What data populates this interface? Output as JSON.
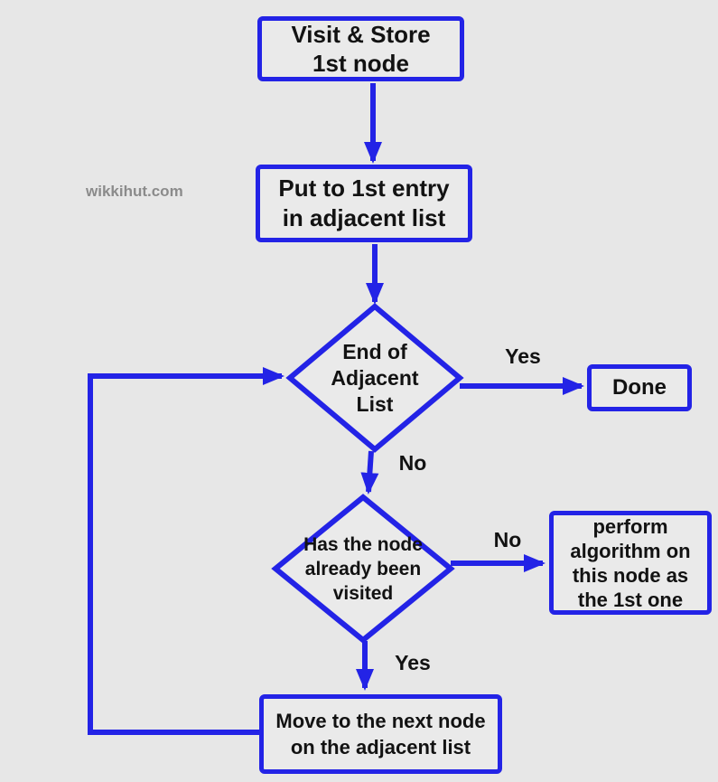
{
  "page": {
    "background": "#e7e7e7",
    "accent_blue": "#2323e6",
    "text_color": "#121212",
    "watermark_color": "#8b8b8b",
    "watermark": "wikkihut.com"
  },
  "nodes": {
    "visit_store": "Visit & Store\n1st node",
    "put_entry": "Put to 1st entry\nin adjacent list",
    "end_of_list": "End of\nAdjacent\nList",
    "done": "Done",
    "has_visited": "Has the node\nalready been\nvisited",
    "perform_algorithm": "perform\nalgorithm on\nthis node as\nthe 1st one",
    "move_next": "Move to the next node\non the adjacent list"
  },
  "edge_labels": {
    "end_yes": "Yes",
    "end_no": "No",
    "visited_no": "No",
    "visited_yes": "Yes"
  }
}
